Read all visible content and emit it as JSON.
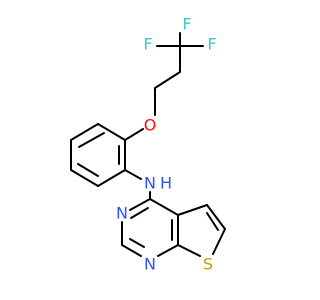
{
  "atoms": [
    {
      "id": "F1",
      "label": "F",
      "color": "#33cccc"
    },
    {
      "id": "F2",
      "label": "F",
      "color": "#33cccc"
    },
    {
      "id": "F3",
      "label": "F",
      "color": "#33cccc"
    },
    {
      "id": "O",
      "label": "O",
      "color": "#ff0d0d"
    },
    {
      "id": "NH",
      "label": "N",
      "sub_label": "H",
      "color": "#3050f8"
    },
    {
      "id": "N3",
      "label": "N",
      "color": "#3050f8"
    },
    {
      "id": "N1",
      "label": "N",
      "color": "#3050f8"
    },
    {
      "id": "S",
      "label": "S",
      "color": "#b8a200"
    }
  ],
  "colors": {
    "bond": "#000000",
    "background": "#ffffff"
  }
}
